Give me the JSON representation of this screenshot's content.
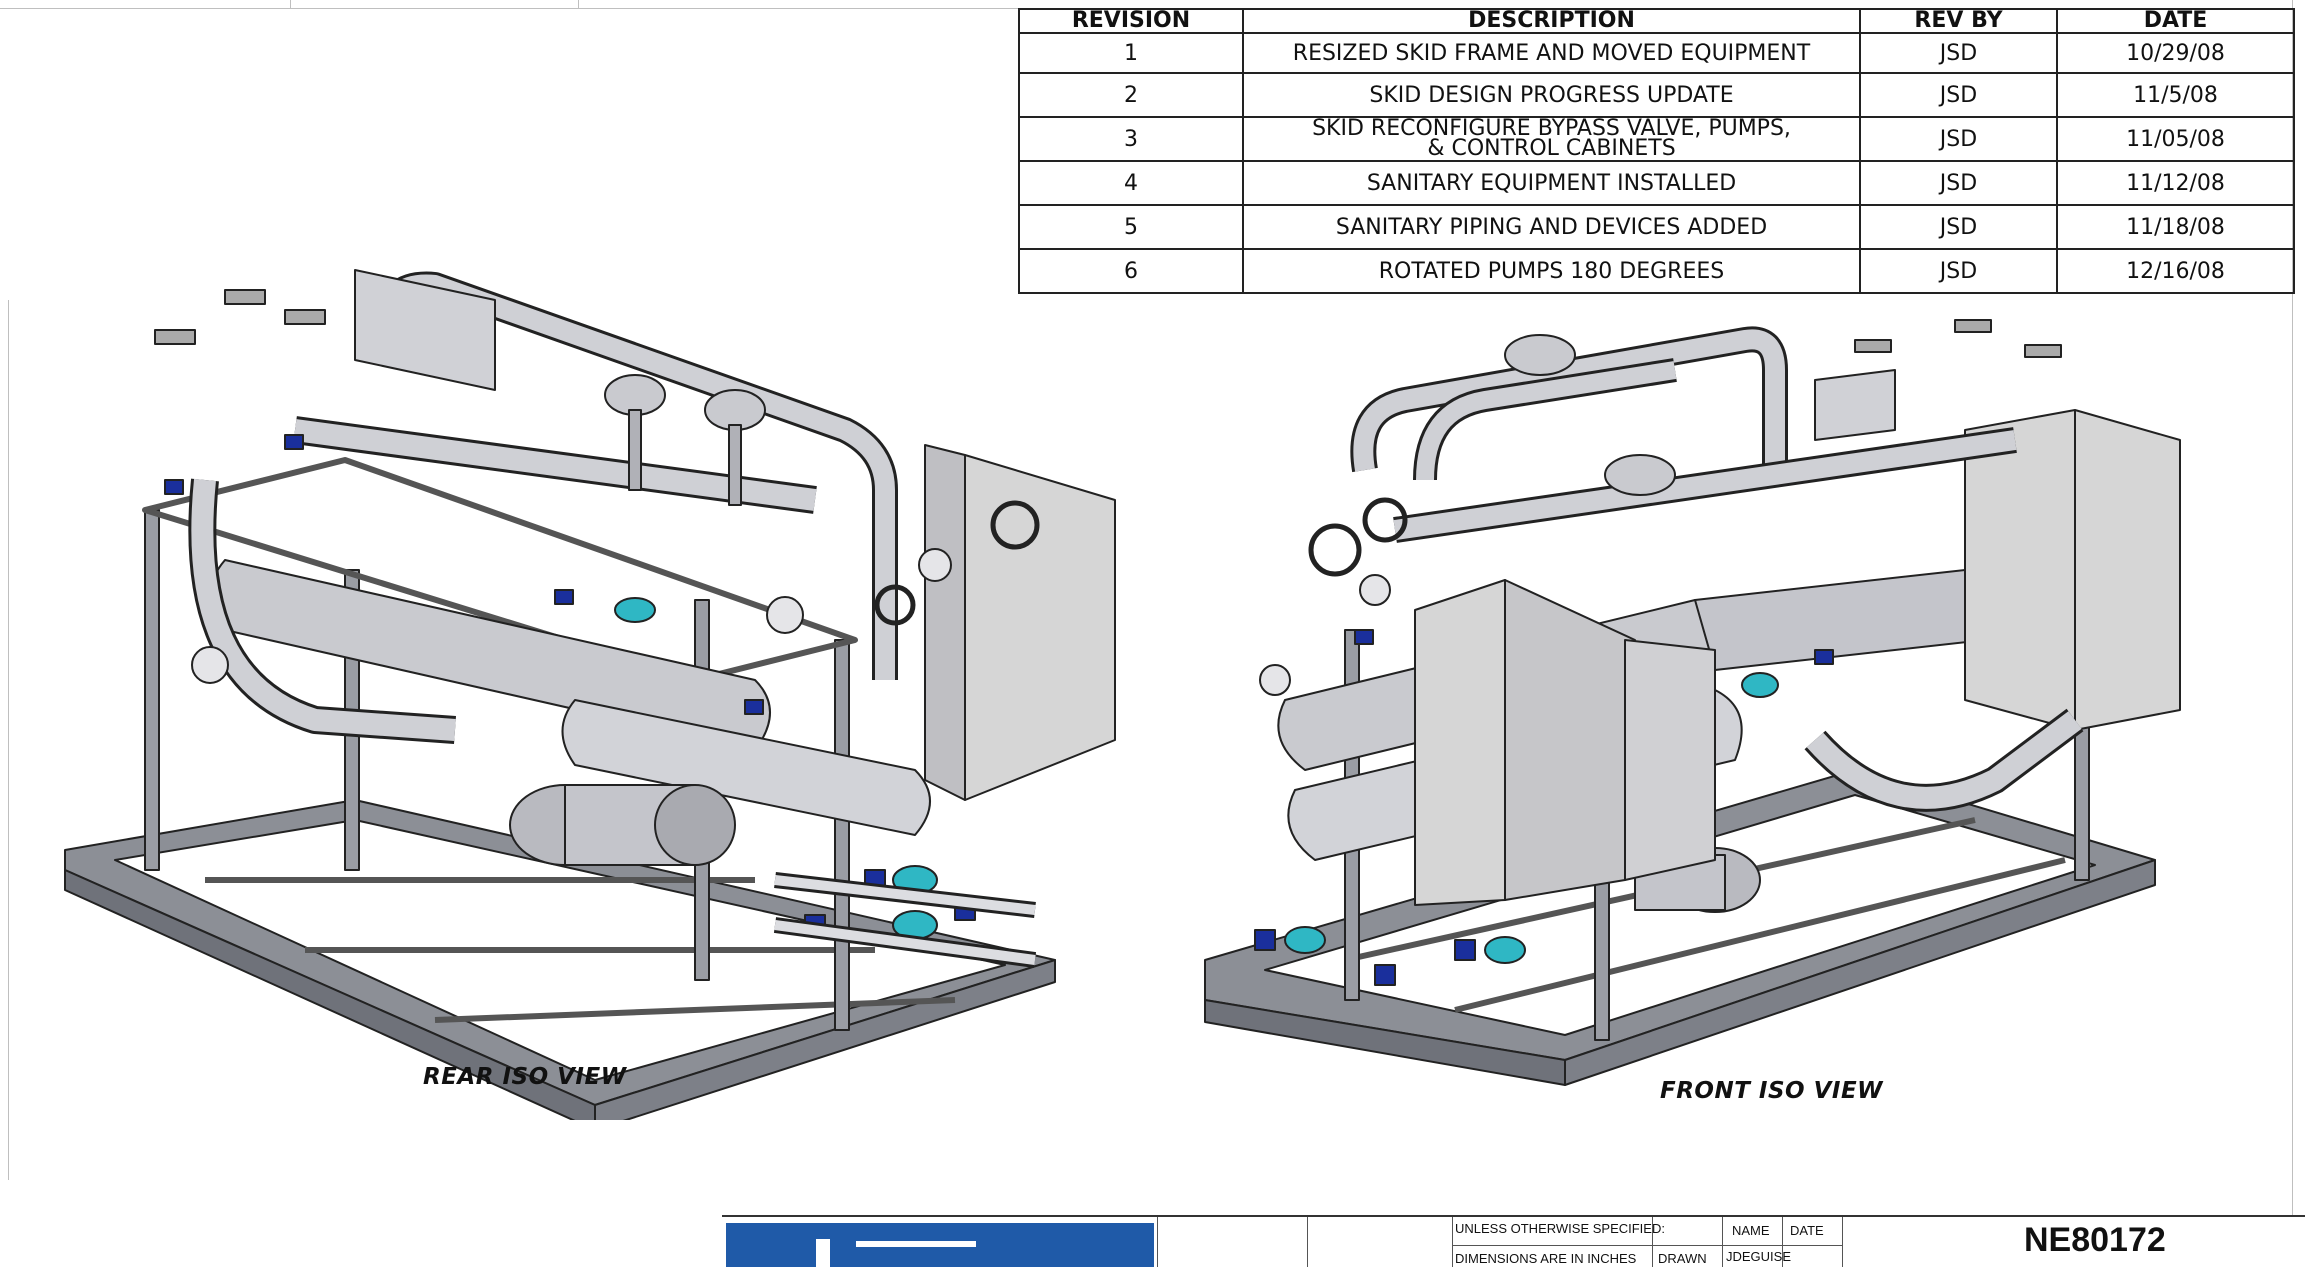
{
  "revision_table": {
    "headers": [
      "REVISION",
      "DESCRIPTION",
      "REV BY",
      "DATE"
    ],
    "rows": [
      {
        "rev": "1",
        "desc": "RESIZED SKID FRAME AND MOVED EQUIPMENT",
        "by": "JSD",
        "date": "10/29/08"
      },
      {
        "rev": "2",
        "desc": "SKID DESIGN PROGRESS UPDATE",
        "by": "JSD",
        "date": "11/5/08"
      },
      {
        "rev": "3",
        "desc": "SKID RECONFIGURE BYPASS VALVE, PUMPS, & CONTROL CABINETS",
        "by": "JSD",
        "date": "11/05/08"
      },
      {
        "rev": "4",
        "desc": "SANITARY EQUIPMENT INSTALLED",
        "by": "JSD",
        "date": "11/12/08"
      },
      {
        "rev": "5",
        "desc": "SANITARY PIPING AND DEVICES ADDED",
        "by": "JSD",
        "date": "11/18/08"
      },
      {
        "rev": "6",
        "desc": "ROTATED PUMPS 180 DEGREES",
        "by": "JSD",
        "date": "12/16/08"
      }
    ]
  },
  "views": {
    "rear_label": "REAR ISO VIEW",
    "front_label": "FRONT ISO VIEW"
  },
  "title_block": {
    "unless_specified": "UNLESS OTHERWISE SPECIFIED:",
    "dimensions": "DIMENSIONS ARE IN INCHES",
    "name_header": "NAME",
    "date_header": "DATE",
    "drawn_label": "DRAWN",
    "drawn_name": "JDEGUISE",
    "drawing_number": "NE80172"
  },
  "colors": {
    "frame_steel": "#8c8f96",
    "equipment_gray": "#c9cacf",
    "cabinet": "#d6d6d6",
    "valve_blue": "#1a2f9c",
    "instrument_teal": "#2fb7c4",
    "logo_blue": "#1f5aa8"
  }
}
